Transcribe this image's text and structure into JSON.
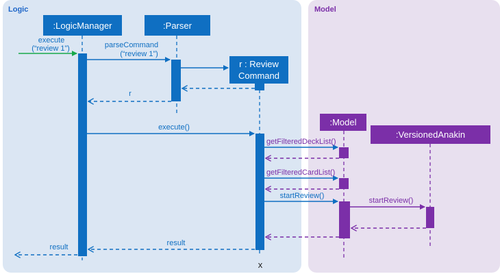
{
  "frames": {
    "logic": {
      "title": "Logic"
    },
    "model": {
      "title": "Model"
    }
  },
  "participants": {
    "logic_manager": ":LogicManager",
    "parser": ":Parser",
    "review_command_line1": "r : Review",
    "review_command_line2": "Command",
    "model": ":Model",
    "versioned_anakin": ":VersionedAnakin"
  },
  "messages": {
    "execute_in_line1": "execute",
    "execute_in_line2": "(“review 1”)",
    "parse_command_line1": "parseCommand",
    "parse_command_line2": "(“review 1”)",
    "return_r": "r",
    "execute_call": "execute()",
    "get_filtered_deck_list": "getFilteredDeckList()",
    "get_filtered_card_list": "getFilteredCardList()",
    "start_review_model": "startReview()",
    "start_review_versioned": "startReview()",
    "result_to_logic": "result",
    "result_out": "result",
    "destroy_marker": "x"
  },
  "colors": {
    "logic_frame_fill": "#dbe6f3",
    "model_frame_fill": "#e8e0ef",
    "logic_color": "#0f6fc2",
    "model_color": "#7b2fa8",
    "entry_arrow": "#17a84a",
    "frame_title_logic": "#1e66c8",
    "frame_title_model": "#7b2fa8"
  }
}
